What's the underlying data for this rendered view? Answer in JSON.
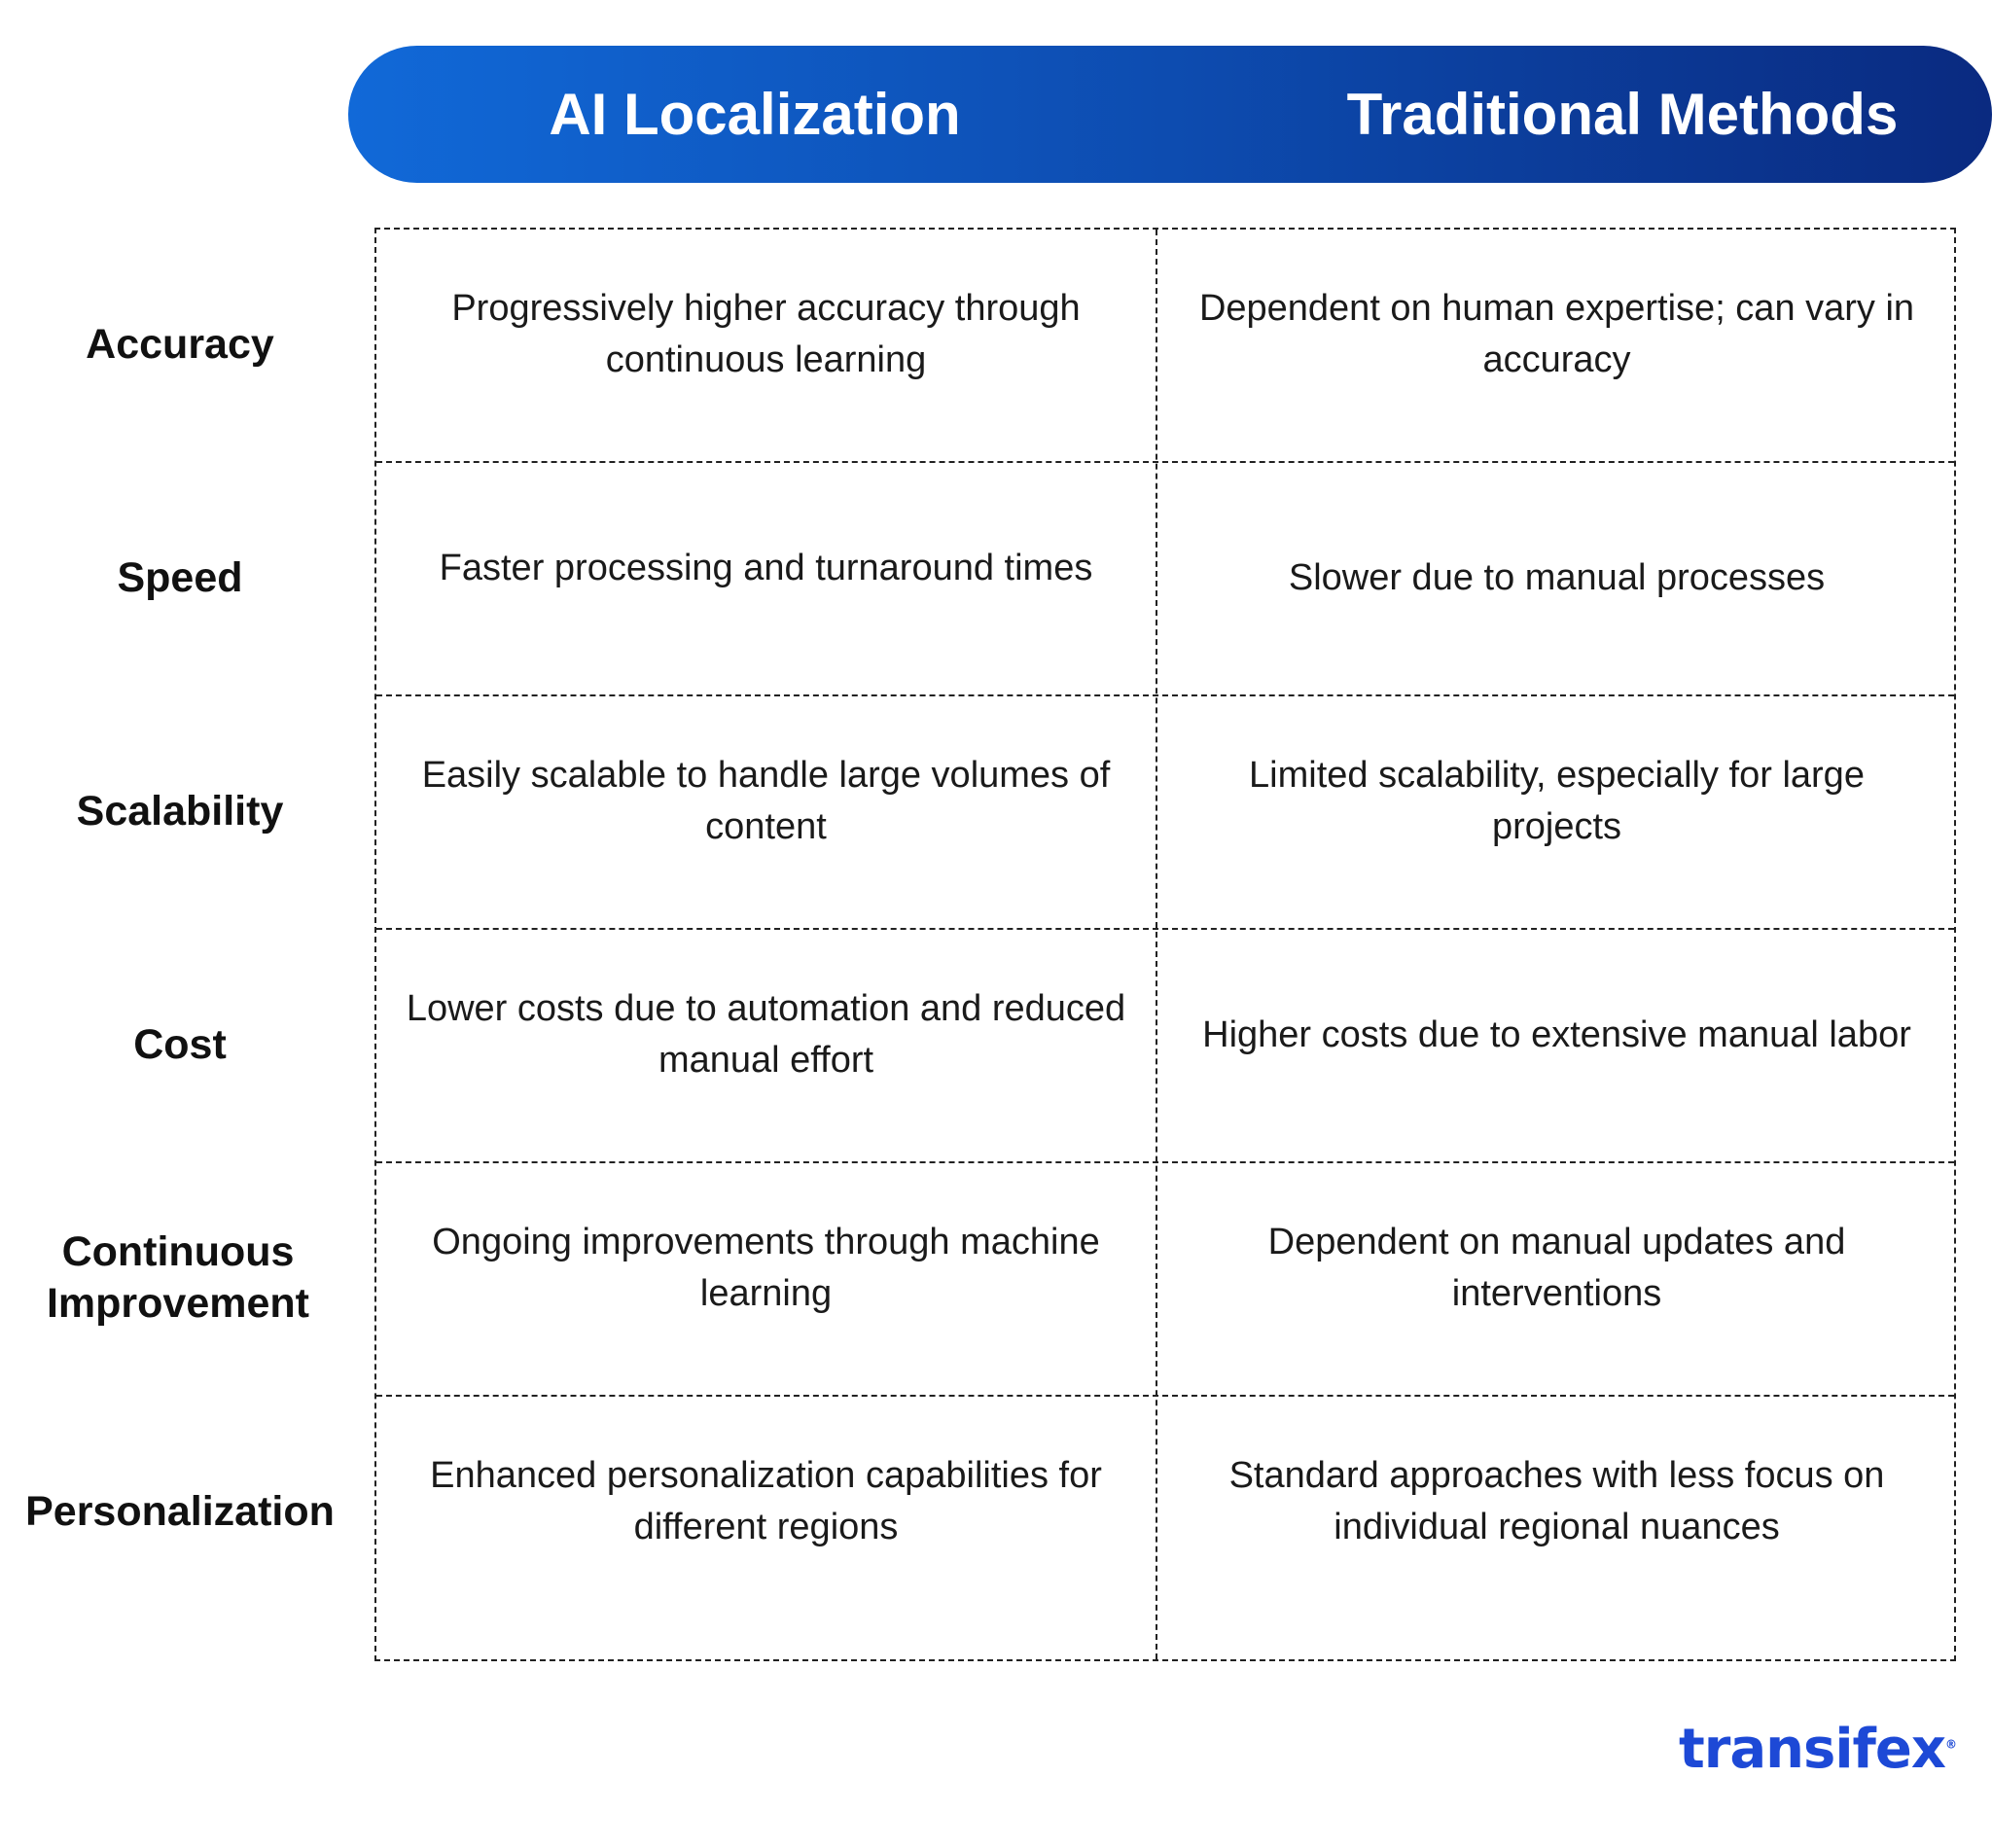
{
  "header": {
    "ai_label": "AI Localization",
    "traditional_label": "Traditional Methods"
  },
  "rows": [
    {
      "label": "Accuracy",
      "ai": "Progressively higher accuracy through continuous learning",
      "traditional": "Dependent on human expertise; can vary in accuracy"
    },
    {
      "label": "Speed",
      "ai": "Faster processing and turnaround times",
      "traditional": "Slower due to manual processes"
    },
    {
      "label": "Scalability",
      "ai": "Easily scalable to handle large volumes of content",
      "traditional": "Limited scalability, especially for large projects"
    },
    {
      "label": "Cost",
      "ai": "Lower costs due to automation and reduced manual effort",
      "traditional": "Higher costs due to extensive manual labor"
    },
    {
      "label": "Continuous Improvement",
      "ai": "Ongoing improvements through machine learning",
      "traditional": "Dependent on manual updates and interventions"
    },
    {
      "label": "Personalization",
      "ai": "Enhanced personalization capabilities for different regions",
      "traditional": "Standard approaches with less focus on individual regional nuances"
    }
  ],
  "brand": {
    "name": "transifex",
    "mark": "®"
  },
  "colors": {
    "header_gradient_start": "#1169d8",
    "header_gradient_end": "#0a2a80",
    "brand": "#1d49d6"
  }
}
